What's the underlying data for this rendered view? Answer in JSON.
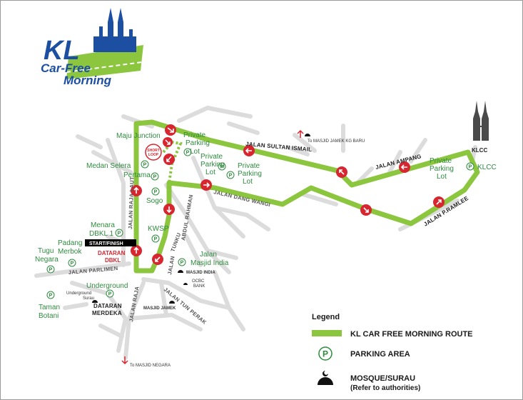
{
  "logo": {
    "kl": "KL",
    "car_free": "Car-Free",
    "morning": "Morning"
  },
  "colors": {
    "route": "#8cc63f",
    "road": "#dcdcdc",
    "marker": "#d7262f",
    "parking": "#2e8b3e",
    "start_bar": "#000000",
    "start_text_red": "#d7262f",
    "logo_blue": "#1c4fa1"
  },
  "places": {
    "maju_junction": "Maju Junction",
    "private_parking_1": [
      "Private",
      "Parking",
      "Lot"
    ],
    "private_parking_2": [
      "Private",
      "Parking",
      "Lot"
    ],
    "private_parking_3": [
      "Private",
      "Parking",
      "Lot"
    ],
    "private_parking_4": [
      "Private",
      "Parking",
      "Lot"
    ],
    "medan_selera": "Medan Selera",
    "pertama": "Pertama",
    "sogo": "Sogo",
    "kwsp": "KWSP",
    "menara_dbkl": [
      "Menara",
      "DBKL 1"
    ],
    "padang_merbok": [
      "Padang",
      "Merbok"
    ],
    "tugu_negara": [
      "Tugu",
      "Negara"
    ],
    "underground": "Underground",
    "taman_botani": [
      "Taman",
      "Botani"
    ],
    "jalan_masjid_india": [
      "Jalan",
      "Masjid India"
    ],
    "klcc_label": "KLCC",
    "klcc_tower_label": "KLCC",
    "short_loop": [
      "SHORT",
      "LOOP"
    ]
  },
  "roads": {
    "jalan_sultan_ismail": "JALAN SULTAN ISMAIL",
    "jalan_ampang": "JALAN AMPANG",
    "jalan_p_ramlee": "JALAN P.RAMLEE",
    "jalan_dang_wangi": "JALAN DANG WANGI",
    "jalan_raja_laut": "JALAN RAJA LAUT",
    "jalan_tunku_abdul_rahman": "JALAN TUNKU ABDUL RAHMAN",
    "jalan_tunku": "TUNKU",
    "jalan_abdul_rahman": "ABDUL RAHMAN",
    "jalan_tun_perak": "JALAN TUN PERAK",
    "jalan_parlimen": "JALAN PARLIMEN",
    "jalan_raja": "JALAN RAJA",
    "jalan_word": "JALAN"
  },
  "pois": {
    "masjid_jamek_kg_baru": "To MASJID JAMEK KG BARU",
    "masjid_negara": "To MASJID NEGARA",
    "masjid_india": "MASJID INDIA",
    "masjid_jamek": "MASJID JAMEK",
    "ocbc_bank": [
      "OCBC",
      "BANK"
    ],
    "underground_surau": [
      "Underground",
      "Surau"
    ],
    "dataran_merdeka": [
      "DATARAN",
      "MERDEKA"
    ]
  },
  "start_finish": {
    "label": "START/FINISH",
    "dataran": "DATARAN",
    "dbkl": "DBKL"
  },
  "legend": {
    "title": "Legend",
    "route": "KL CAR FREE MORNING ROUTE",
    "parking": "PARKING AREA",
    "parking_symbol": "P",
    "mosque": "MOSQUE/SURAU",
    "mosque_note": "(Refer to authorities)"
  },
  "parking_symbol": "P"
}
